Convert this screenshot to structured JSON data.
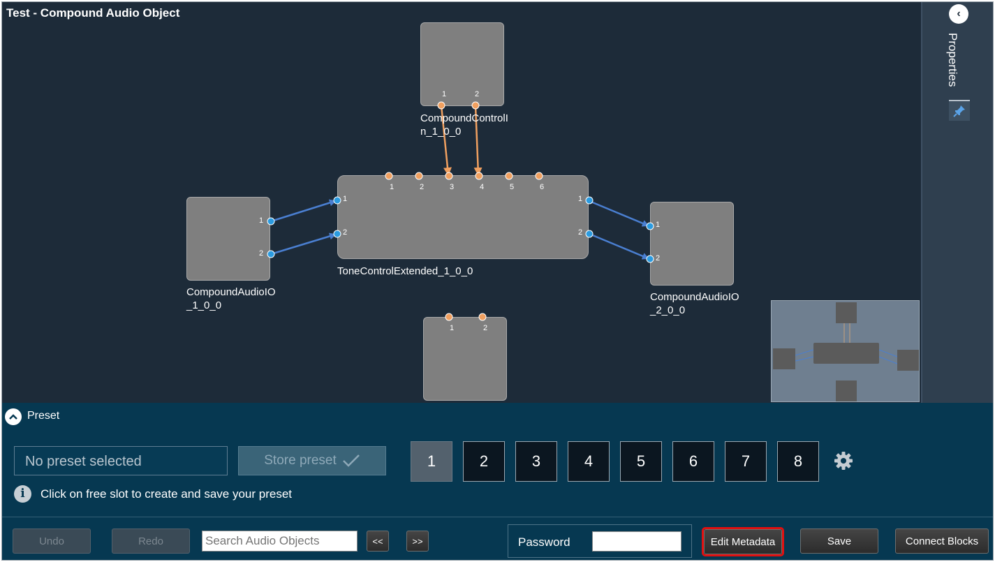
{
  "window": {
    "title": "Test - Compound Audio Object"
  },
  "canvas": {
    "blocks": {
      "control_in": {
        "label": "CompoundControlI\nn_1_0_0",
        "ports": [
          "1",
          "2"
        ]
      },
      "audio_in": {
        "label": "CompoundAudioIO\n_1_0_0",
        "ports": [
          "1",
          "2"
        ]
      },
      "tone": {
        "label": "ToneControlExtended_1_0_0",
        "top_ports": [
          "1",
          "2",
          "3",
          "4",
          "5",
          "6"
        ],
        "left_ports": [
          "1",
          "2"
        ],
        "right_ports": [
          "1",
          "2"
        ]
      },
      "audio_out": {
        "label": "CompoundAudioIO\n_2_0_0",
        "ports": [
          "1",
          "2"
        ]
      },
      "control_out": {
        "ports": [
          "1",
          "2"
        ]
      }
    },
    "colors": {
      "audio_wire": "#4a7fd1",
      "control_wire": "#f0a060"
    }
  },
  "properties_panel": {
    "label": "Properties",
    "collapse_icon": "chevron-left-icon",
    "pin_icon": "pin-icon"
  },
  "preset": {
    "title": "Preset",
    "name_value": "No preset selected",
    "store_label": "Store preset",
    "slots": [
      "1",
      "2",
      "3",
      "4",
      "5",
      "6",
      "7",
      "8"
    ],
    "active_slot": "1",
    "info_text": "Click on free slot to create and save your preset",
    "info_icon": "i"
  },
  "toolbar": {
    "undo": "Undo",
    "redo": "Redo",
    "search_placeholder": "Search Audio Objects",
    "prev": "<<",
    "next": ">>",
    "password_label": "Password",
    "edit_metadata": "Edit Metadata",
    "save": "Save",
    "connect_blocks": "Connect Blocks"
  }
}
